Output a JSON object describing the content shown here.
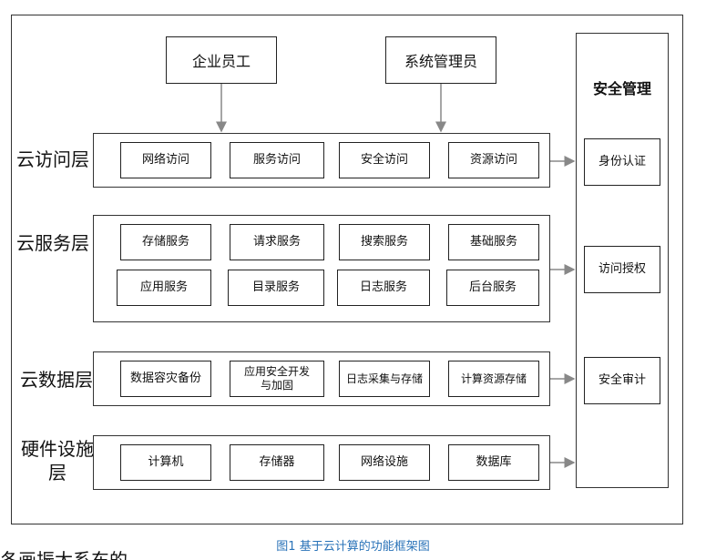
{
  "top": {
    "employee": "企业员工",
    "admin": "系统管理员"
  },
  "layers": {
    "access": {
      "label": "云访问层",
      "items": [
        "网络访问",
        "服务访问",
        "安全访问",
        "资源访问"
      ]
    },
    "service": {
      "label": "云服务层",
      "row1": [
        "存储服务",
        "请求服务",
        "搜索服务",
        "基础服务"
      ],
      "row2": [
        "应用服务",
        "目录服务",
        "日志服务",
        "后台服务"
      ]
    },
    "data": {
      "label": "云数据层",
      "items": [
        "数据容灾备份",
        "应用安全开发\n与加固",
        "日志采集与存储",
        "计算资源存储"
      ]
    },
    "hardware": {
      "label": "硬件设施\n层",
      "items": [
        "计算机",
        "存储器",
        "网络设施",
        "数据库"
      ]
    }
  },
  "security": {
    "title": "安全管理",
    "items": [
      "身份认证",
      "访问授权",
      "安全审计"
    ]
  },
  "caption": "图1 基于云计算的功能框架图",
  "partial_text": "冬画振太系东的"
}
